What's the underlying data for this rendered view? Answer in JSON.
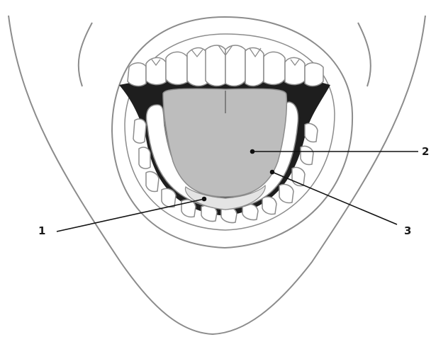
{
  "callouts": [
    {
      "number": "1"
    },
    {
      "number": "2"
    },
    {
      "number": "3"
    }
  ],
  "colors": {
    "outline": "#8c8c8c",
    "tongue": "#bdbdbd",
    "mouth_cavity": "#1e1e1e",
    "teeth": "#ffffff",
    "lip": "#ffffff",
    "leader_line": "#111111"
  }
}
